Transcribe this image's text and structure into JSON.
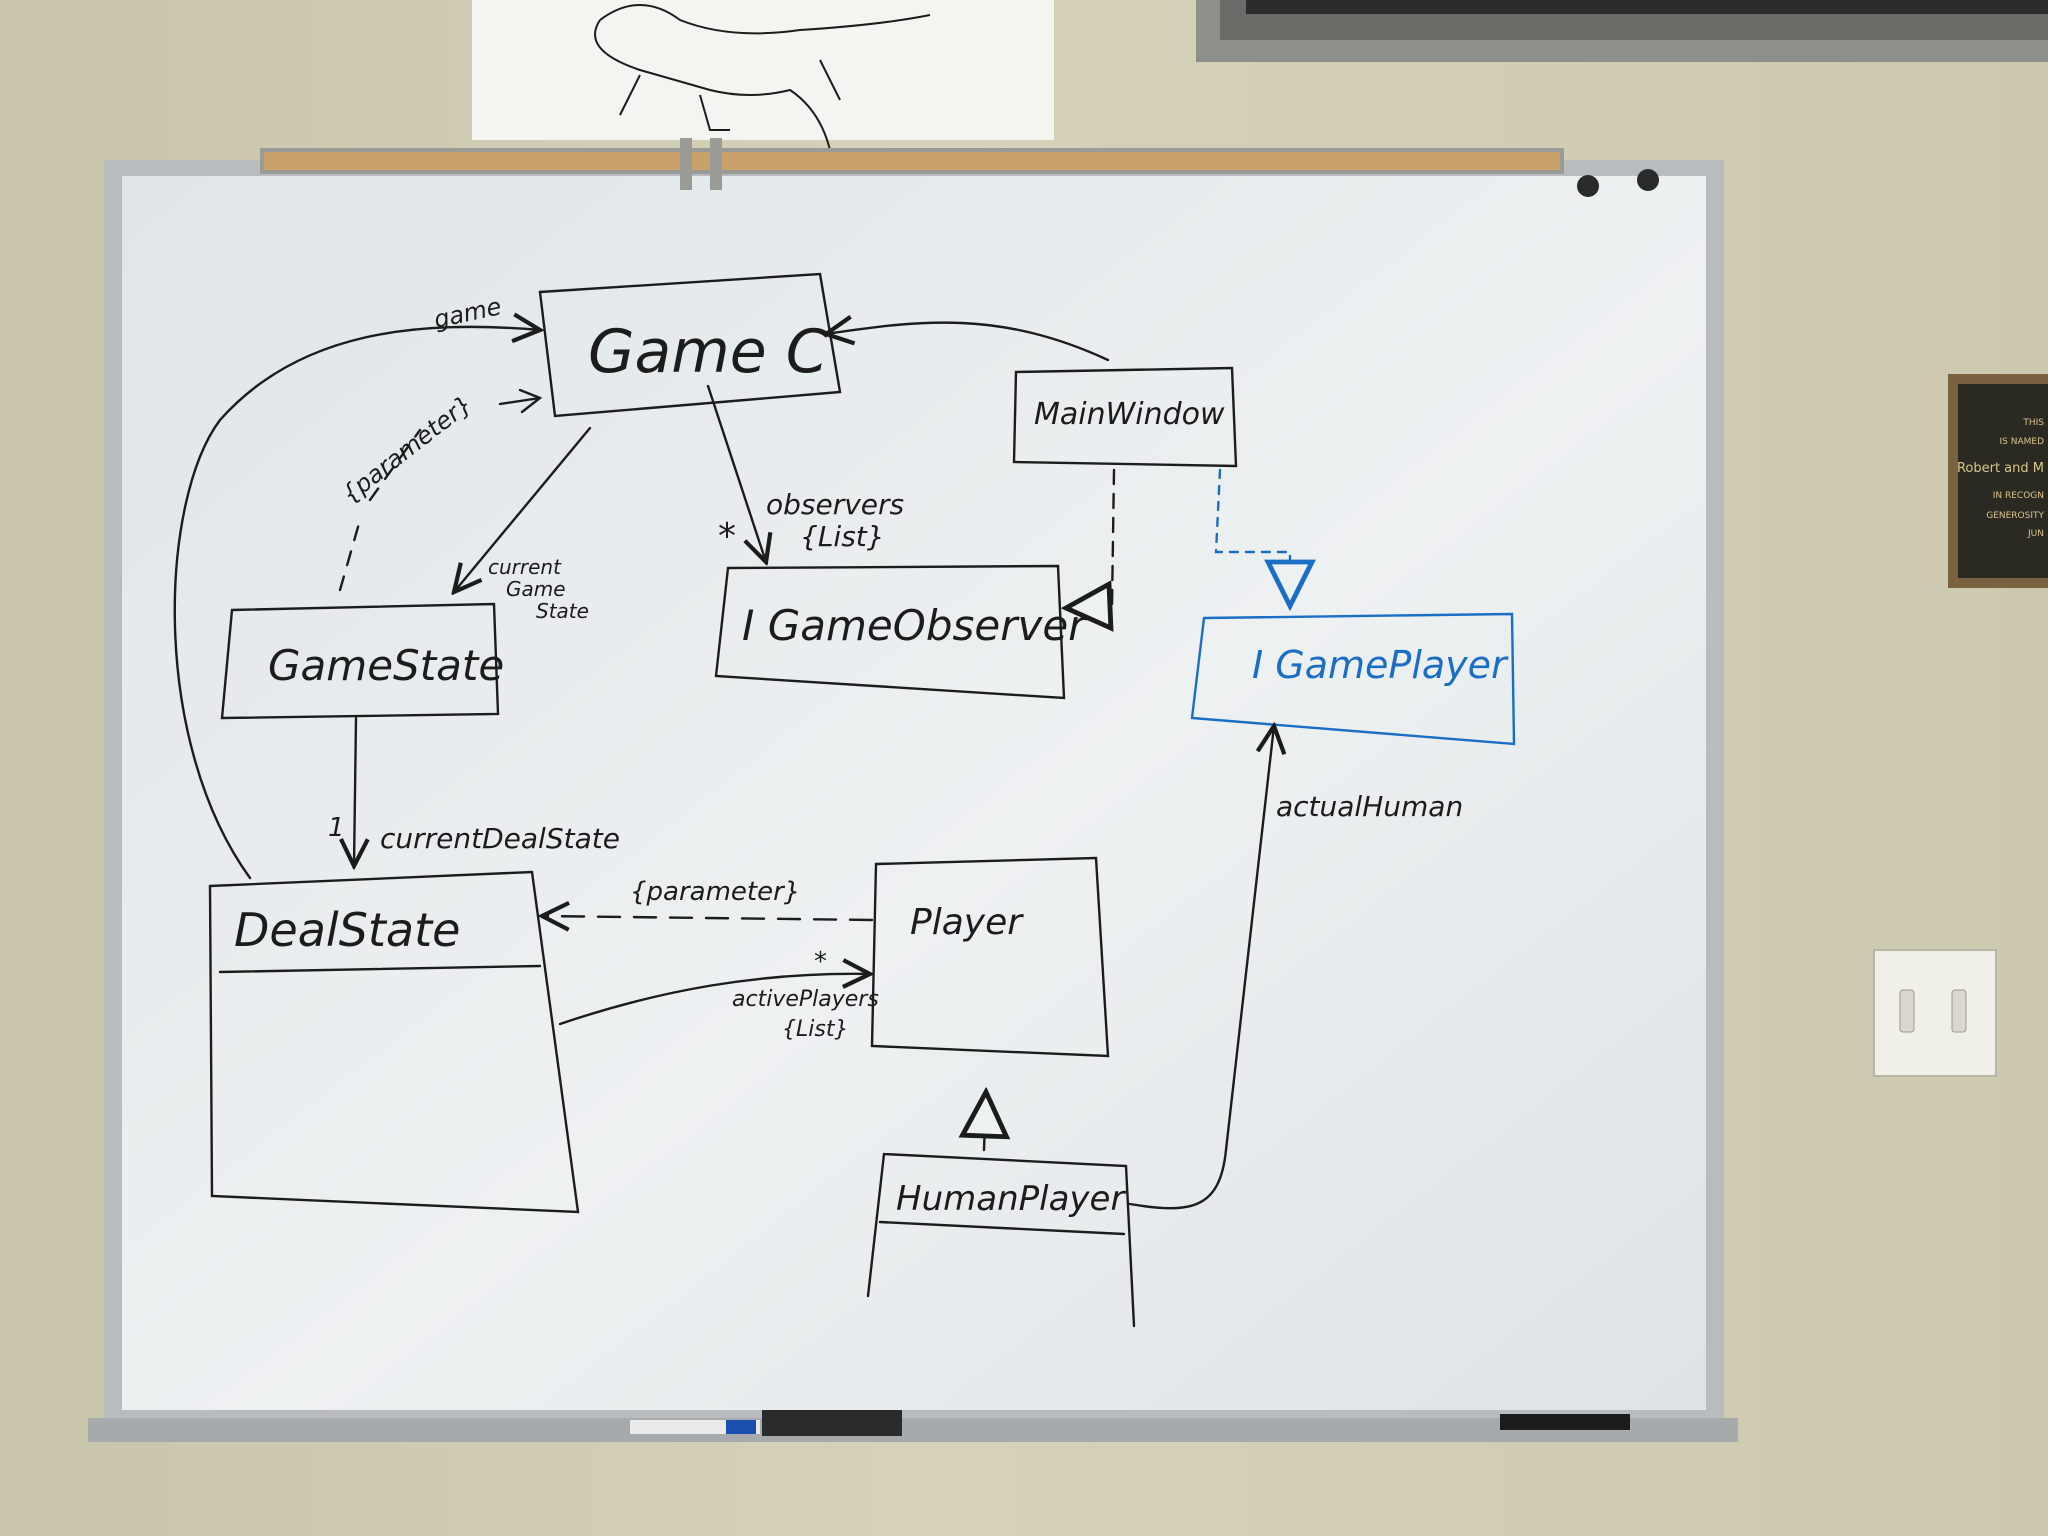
{
  "diagram": {
    "classes": {
      "gamec": "Game C",
      "main_window": "MainWindow",
      "game_state": "GameState",
      "igame_observer": "I GameObserver",
      "igame_player": "I GamePlayer",
      "deal_state": "DealState",
      "player": "Player",
      "human_player": "HumanPlayer"
    },
    "labels": {
      "game": "game",
      "parameter_1": "{parameter}",
      "current_game_state": [
        "current",
        "Game",
        "State"
      ],
      "observers": "observers",
      "observers_list": "{List}",
      "observers_mult": "*",
      "current_deal_state": "currentDealState",
      "current_deal_state_mult": "1",
      "parameter_2": "{parameter}",
      "active_players": "activePlayers",
      "active_players_list": "{List}",
      "active_players_mult": "*",
      "actual_human": "actualHuman",
      "gamestate_mult": "1"
    }
  },
  "plaque": {
    "lines": [
      "THIS",
      "IS NAMED",
      "Robert and M",
      "IN RECOGN",
      "GENEROSITY",
      "JUN"
    ]
  },
  "colors": {
    "ink": "#1c1c1c",
    "blue_ink": "#1a6fc4",
    "board": "#e6ebee",
    "wall": "#cfcbb2"
  }
}
